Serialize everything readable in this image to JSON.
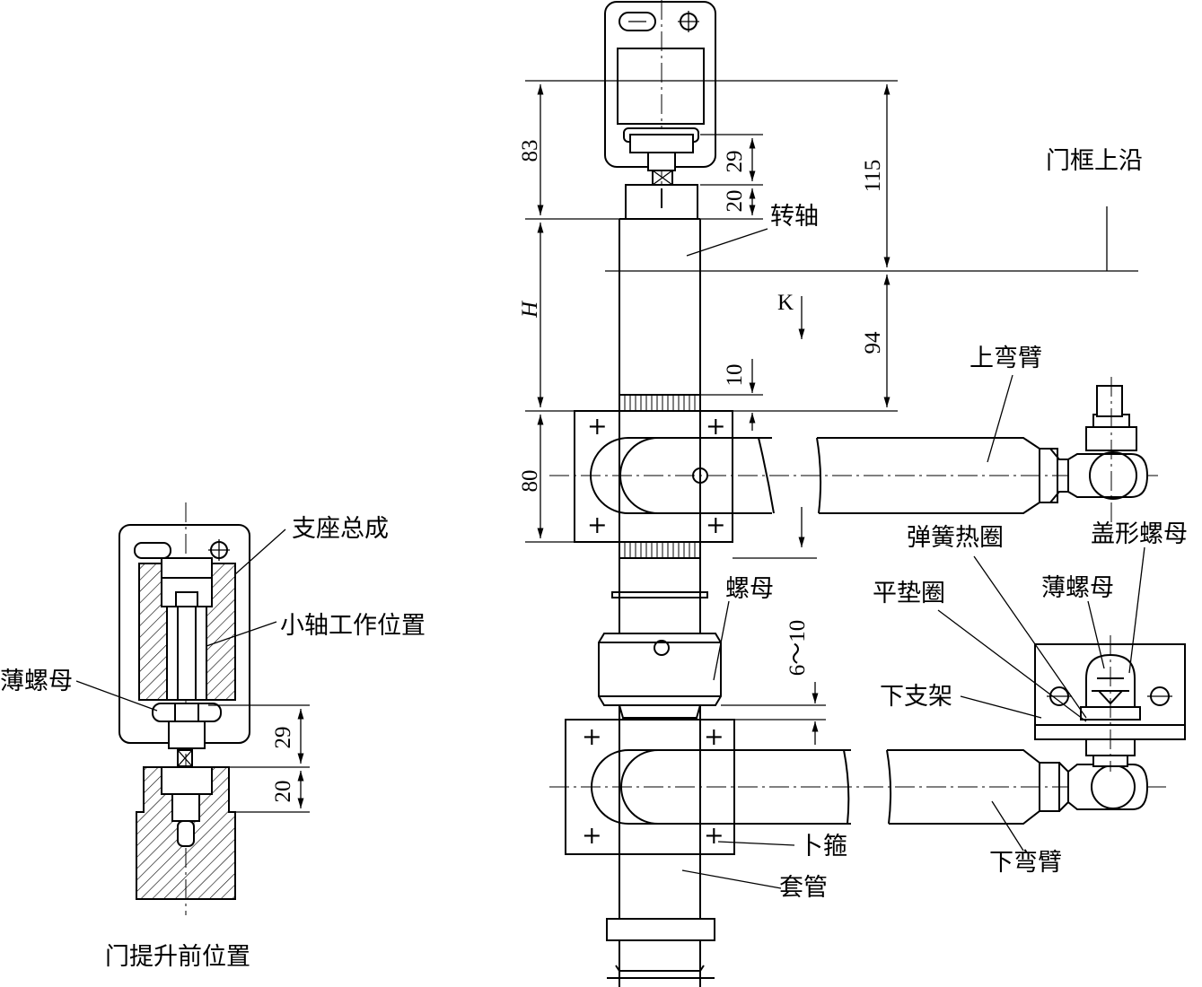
{
  "labels": {
    "zhuzuo_zongcheng": "支座总成",
    "xiaozhou_gongzuo_weizhi": "小轴工作位置",
    "bo_luomu_left": "薄螺母",
    "men_tisheng_qian_weizhi": "门提升前位置",
    "zhuanzhou": "转轴",
    "menkuang_shangyan": "门框上沿",
    "shang_wanbi": "上弯臂",
    "luomu": "螺母",
    "danhuang_dianquan": "弹簧热圈",
    "gaixing_luomu": "盖形螺母",
    "ping_dianquan": "平垫圈",
    "bo_luomu_right": "薄螺母",
    "xia_zhijia": "下支架",
    "xia_gu": "卜箍",
    "taoguan": "套管",
    "xia_wanbi": "下弯臂",
    "view_k": "K"
  },
  "dimensions": {
    "d83": "83",
    "d29": "29",
    "d20": "20",
    "d115": "115",
    "dH": "H",
    "d94": "94",
    "d10": "10",
    "d80": "80",
    "d6_10": "6～10",
    "d29_left": "29",
    "d20_left": "20"
  }
}
